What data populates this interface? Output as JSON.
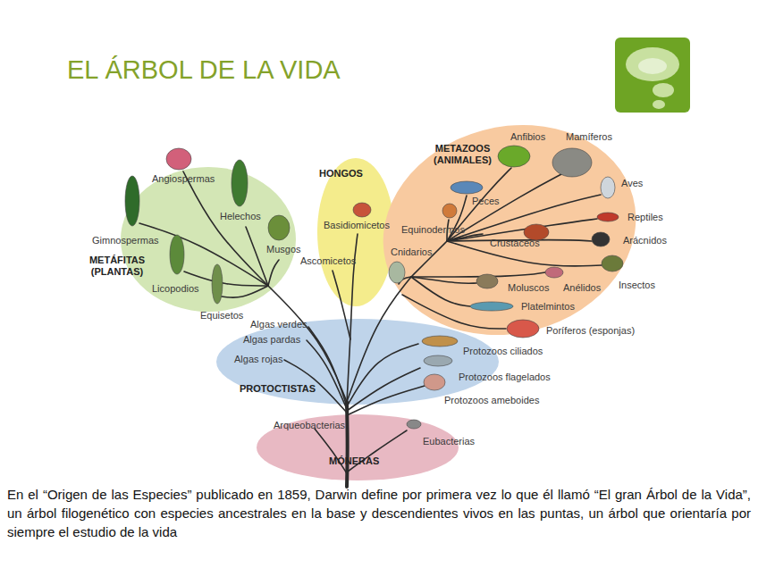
{
  "diagram": {
    "title": "EL ÁRBOL DE LA VIDA",
    "caption": "En el “Origen de las Especies” publicado en 1859, Darwin define por primera vez lo que él llamó “El gran Árbol de la Vida”, un árbol filogenético con especies ancestrales en la base y descendientes vivos en las puntas, un árbol que orientaría por siempre el estudio de la vida",
    "nodes": [
      {
        "text": [
          "METÁFITAS (PLANTAS)",
          "Angiospermas",
          "Helechos",
          "Gimnospermas",
          "Musgos",
          "Licopodios",
          "Equisetos"
        ]
      },
      {
        "text": [
          "HONGOS",
          "Basidiomicetos",
          "Ascomicetos"
        ]
      },
      {
        "text": [
          "METAZOOS (ANIMALES)",
          "Anfibios",
          "Mamíferos",
          "Peces",
          "Aves",
          "Equinodermos",
          "Reptiles",
          "Crustáceos",
          "Arácnidos",
          "Cnidarios",
          "Moluscos",
          "Anélidos",
          "Insectos",
          "Platelmintos",
          "Poríferos (esponjas)"
        ]
      },
      {
        "text": [
          "Algas verdes",
          "Algas pardas",
          "Algas rojas",
          "Protozoos ciliados",
          "PROTOCTISTAS",
          "Protozoos flagelados",
          "Protozoos ameboides"
        ]
      },
      {
        "text": [
          "Arqueobacterias",
          "Eubacterias",
          "MÓNERAS"
        ]
      }
    ]
  }
}
